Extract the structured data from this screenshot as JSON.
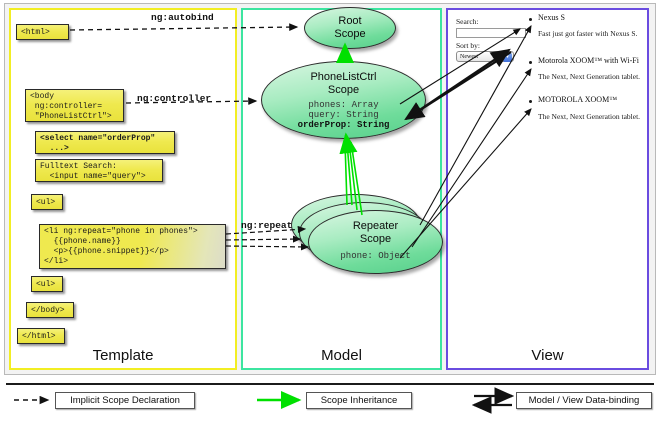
{
  "columns": [
    {
      "label": "Template",
      "accent": "#f2ee23"
    },
    {
      "label": "Model",
      "accent": "#3ce5a0"
    },
    {
      "label": "View",
      "accent": "#6a4ce0"
    }
  ],
  "template": {
    "boxes": [
      {
        "name": "html-open",
        "text": "<html>"
      },
      {
        "name": "body-open",
        "text": "<body\n ng:controller=\n \"PhoneListCtrl\">"
      },
      {
        "name": "select-tag",
        "text": "<select name=\"orderProp\"\n  ...>"
      },
      {
        "name": "search-input",
        "text": "Fulltext Search:\n  <input name=\"query\">"
      },
      {
        "name": "ul-open",
        "text": "<ul>"
      },
      {
        "name": "li-repeat",
        "text": "<li ng:repeat=\"phone in phones\">\n  {{phone.name}}\n  <p>{{phone.snippet}}</p>\n</li>"
      },
      {
        "name": "ul-close",
        "text": "<ul>"
      },
      {
        "name": "body-close",
        "text": "</body>"
      },
      {
        "name": "html-close",
        "text": "</html>"
      }
    ]
  },
  "connectors": {
    "autobind": "ng:autobind",
    "controller": "ng:controller",
    "repeat": "ng:repeat"
  },
  "model": {
    "root_scope": {
      "title_line1": "Root",
      "title_line2": "Scope"
    },
    "phonelist_scope": {
      "title_line1": "PhoneListCtrl",
      "title_line2": "Scope",
      "props": [
        {
          "text": "phones: Array",
          "bold": false
        },
        {
          "text": "query: String",
          "bold": false
        },
        {
          "text": "orderProp: String",
          "bold": true
        }
      ]
    },
    "repeater_scope": {
      "title_line1": "Repeater",
      "title_line2": "Scope",
      "props": [
        {
          "text": "phone: Object",
          "bold": false
        }
      ]
    }
  },
  "view": {
    "search_label": "Search:",
    "search_value": "",
    "sort_label": "Sort by:",
    "sort_selected": "Newest",
    "sort_options": [
      "Newest"
    ],
    "phones": [
      {
        "name": "Nexus S",
        "snippet": "Fast just got faster with Nexus S."
      },
      {
        "name": "Motorola XOOM™  with Wi-Fi",
        "snippet": "The Next, Next Generation tablet."
      },
      {
        "name": "MOTOROLA XOOM™",
        "snippet": "The Next, Next Generation tablet."
      }
    ]
  },
  "legend": {
    "items": [
      {
        "name": "implicit-scope-declaration",
        "label": "Implicit Scope Declaration",
        "style": "dashed-black"
      },
      {
        "name": "scope-inheritance",
        "label": "Scope Inheritance",
        "style": "solid-green"
      },
      {
        "name": "model-view-databinding",
        "label": "Model / View Data-binding",
        "style": "double-black"
      }
    ],
    "colors": {
      "inheritance": "#00e000",
      "declaration": "#111111",
      "databinding": "#111111"
    }
  }
}
